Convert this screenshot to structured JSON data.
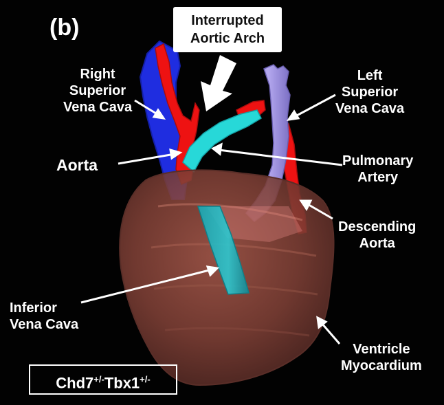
{
  "figure": {
    "panel_letter": "(b)",
    "title": [
      "Interrupted",
      "Aortic Arch"
    ],
    "genotype": {
      "gene1": "Chd7",
      "gene1_sup": "+/-",
      "gene2": "Tbx1",
      "gene2_sup": "+/-"
    },
    "labels": {
      "right_svc": [
        "Right",
        "Superior",
        "Vena Cava"
      ],
      "left_svc": [
        "Left",
        "Superior",
        "Vena Cava"
      ],
      "aorta": "Aorta",
      "pulmonary_artery": [
        "Pulmonary",
        "Artery"
      ],
      "descending_aorta": [
        "Descending",
        "Aorta"
      ],
      "inferior_vena_cava": [
        "Inferior",
        "Vena Cava"
      ],
      "ventricle_myocardium": [
        "Ventricle",
        "Myocardium"
      ]
    },
    "colors": {
      "background": "#020202",
      "myocardium": "#8a4a40",
      "aorta": "#ee1212",
      "right_svc": "#1f2de0",
      "left_svc": "#a89ae8",
      "pulmonary_artery": "#27d8d8",
      "label_text": "#ffffff"
    }
  }
}
